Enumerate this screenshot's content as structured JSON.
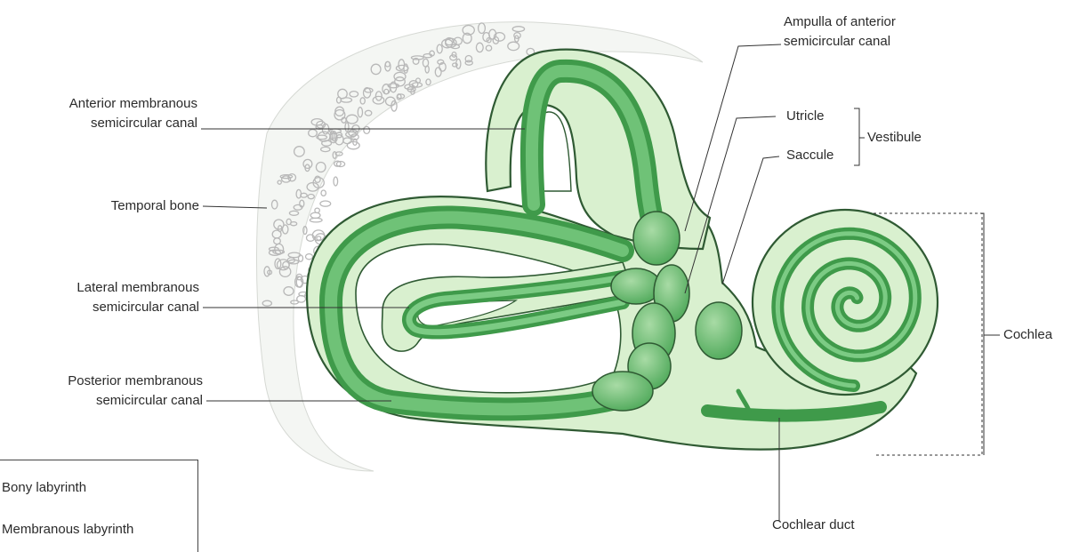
{
  "labels": {
    "anterior_canal": [
      "Anterior membranous",
      "semicircular canal"
    ],
    "temporal_bone": "Temporal bone",
    "lateral_canal": [
      "Lateral membranous",
      "semicircular canal"
    ],
    "posterior_canal": [
      "Posterior membranous",
      "semicircular canal"
    ],
    "ampulla_anterior": [
      "Ampulla of anterior",
      "semicircular canal"
    ],
    "utricle": "Utricle",
    "saccule": "Saccule",
    "vestibule": "Vestibule",
    "cochlea": "Cochlea",
    "cochlear_duct": "Cochlear duct"
  },
  "legend": {
    "items": [
      {
        "label": "Bony labyrinth",
        "color": "#d9f0cf"
      },
      {
        "label": "Membranous labyrinth",
        "color": "#66bb6e"
      }
    ]
  },
  "colors": {
    "bony": "#d9f0cf",
    "membranous": "#66bb6e",
    "membranous_dark": "#3f9a4a",
    "outline": "#2f5a33",
    "bone_texture": "#b8b8b8",
    "leader": "#333333"
  }
}
